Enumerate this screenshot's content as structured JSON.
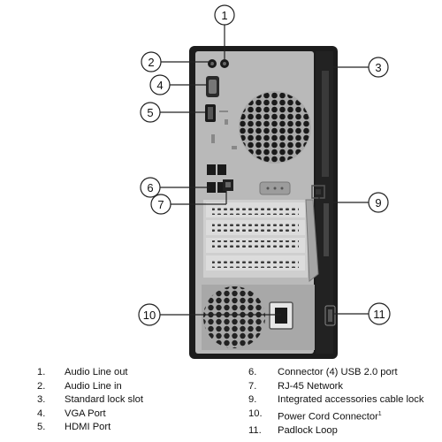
{
  "callouts": [
    "1",
    "2",
    "3",
    "4",
    "5",
    "6",
    "7",
    "9",
    "10",
    "11"
  ],
  "legend": {
    "left": [
      {
        "num": "1.",
        "label": "Audio Line out"
      },
      {
        "num": "2.",
        "label": "Audio Line in"
      },
      {
        "num": "3.",
        "label": "Standard lock slot"
      },
      {
        "num": "4.",
        "label": "VGA Port"
      },
      {
        "num": "5.",
        "label": "HDMI Port"
      }
    ],
    "right": [
      {
        "num": "6.",
        "label": "Connector (4) USB 2.0 port"
      },
      {
        "num": "7.",
        "label": "RJ-45 Network"
      },
      {
        "num": "9.",
        "label": "Integrated accessories cable lock"
      },
      {
        "num": "10.",
        "label": "Power Cord Connector",
        "sup": "1"
      },
      {
        "num": "11.",
        "label": "Padlock Loop"
      }
    ]
  },
  "colors": {
    "chassis": "#1c1c1c",
    "panel": "#b9b9b9",
    "slot": "#dcdcdc",
    "line": "#222222"
  }
}
